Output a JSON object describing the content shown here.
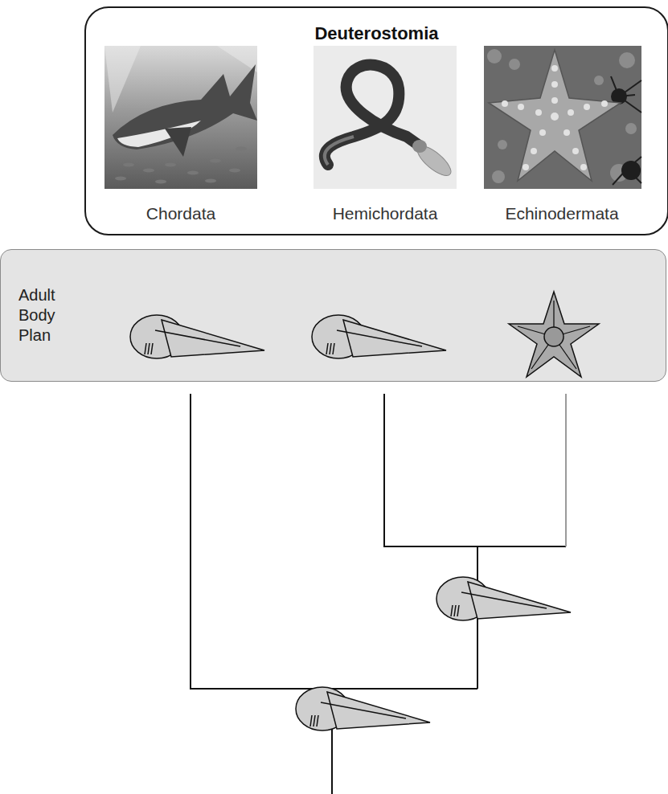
{
  "diagram": {
    "nodes": [
      {
        "text": [
          "Deuterostomia"
        ]
      },
      {
        "text": [
          "Adult Body Plan"
        ]
      }
    ],
    "labels": [
      "Chordata",
      "Hemichordata",
      "Echinodermata"
    ]
  }
}
